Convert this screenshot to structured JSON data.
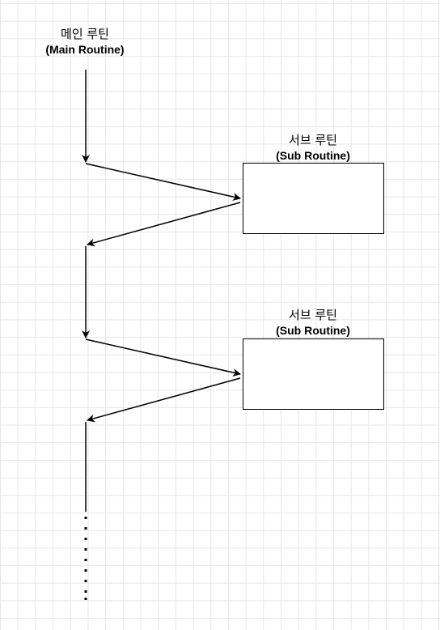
{
  "diagram": {
    "main_routine": {
      "title_ko": "메인 루틴",
      "title_en": "(Main Routine)"
    },
    "sub_routines": [
      {
        "title_ko": "서브 루틴",
        "title_en": "(Sub Routine)"
      },
      {
        "title_ko": "서브 루틴",
        "title_en": "(Sub Routine)"
      }
    ],
    "colors": {
      "stroke": "#000000",
      "grid": "#e6e6e6",
      "background": "#ffffff"
    }
  }
}
